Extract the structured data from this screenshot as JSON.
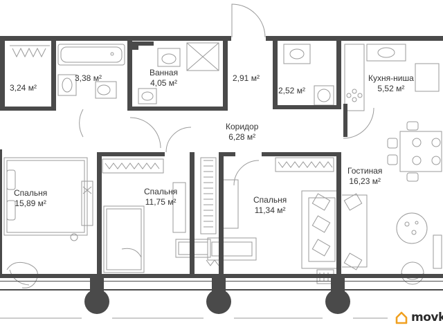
{
  "rooms": [
    {
      "id": "storage",
      "name": "",
      "area": "3,24 м²"
    },
    {
      "id": "bath1",
      "name": "",
      "area": "3,38 м²"
    },
    {
      "id": "bath2",
      "name": "Ванная",
      "area": "4,05 м²"
    },
    {
      "id": "hall",
      "name": "",
      "area": "2,91 м²"
    },
    {
      "id": "laundry",
      "name": "",
      "area": "2,52 м²"
    },
    {
      "id": "kitchen",
      "name": "Кухня-ниша",
      "area": "5,52 м²"
    },
    {
      "id": "corridor",
      "name": "Коридор",
      "area": "6,28 м²"
    },
    {
      "id": "bed1",
      "name": "Спальня",
      "area": "15,89 м²"
    },
    {
      "id": "bed2",
      "name": "Спальня",
      "area": "11,75 м²"
    },
    {
      "id": "bed3",
      "name": "Спальня",
      "area": "11,34 м²"
    },
    {
      "id": "living",
      "name": "Гостиная",
      "area": "16,23 м²"
    }
  ],
  "watermark": {
    "brand": "movk",
    "icon": "house-icon",
    "color": "#f0a020"
  },
  "colors": {
    "wall": "#4a4a4a",
    "furniture": "#9a9a9a",
    "text": "#333333"
  }
}
